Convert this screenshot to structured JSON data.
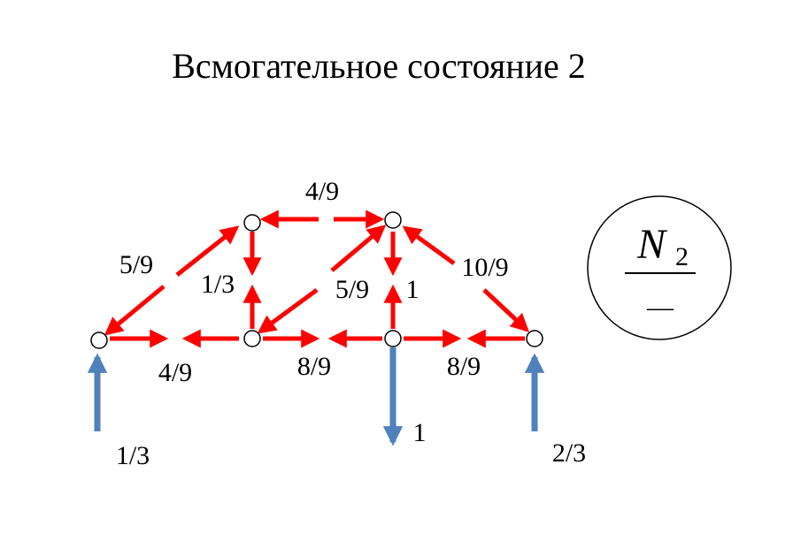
{
  "title": "Всмогательное состояние 2",
  "colors": {
    "force_arrow": "#ff0000",
    "reaction_arrow": "#4f81bd",
    "node_fill": "#ffffff",
    "stroke": "#000000"
  },
  "member_labels": {
    "top_chord": "4/9",
    "left_diagonal": "5/9",
    "left_vertical": "1/3",
    "mid_diagonal": "5/9",
    "mid_vertical": "1",
    "right_diagonal": "10/9",
    "bottom_left": "4/9",
    "bottom_mid": "8/9",
    "bottom_right": "8/9"
  },
  "loads": {
    "left_support": "1/3",
    "applied_load": "1",
    "right_support": "2/3"
  },
  "symbol": {
    "letter": "N",
    "subscript": "2",
    "denominator": "—"
  }
}
